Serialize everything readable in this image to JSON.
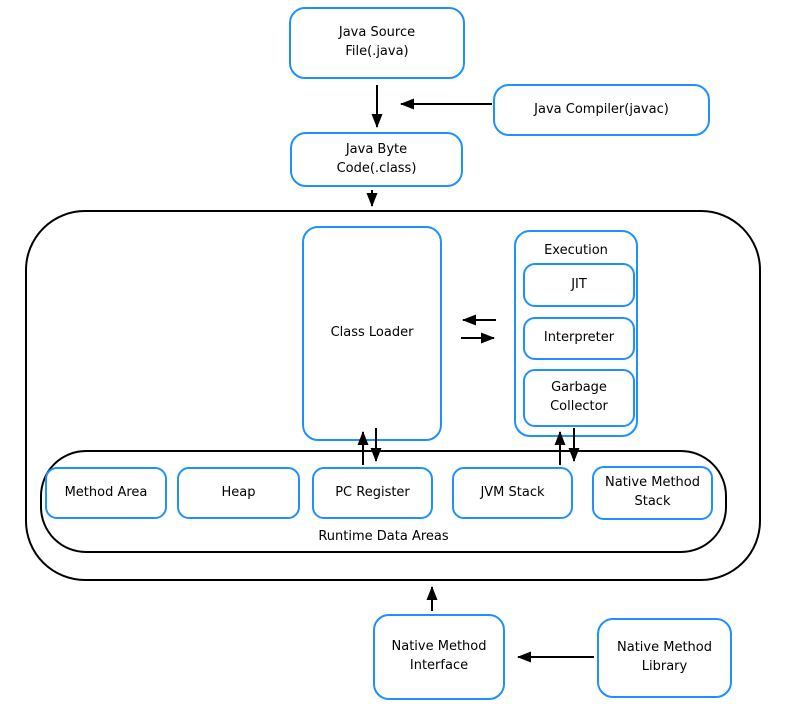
{
  "colors": {
    "accent": "#1E90FF",
    "line": "#000000",
    "text": "#000000",
    "background": "#FFFFFF"
  },
  "nodes": {
    "java_source": "Java Source\nFile(.java)",
    "java_compiler": "Java Compiler(javac)",
    "java_byte_code": "Java Byte\nCode(.class)",
    "class_loader": "Class Loader",
    "execution": "Execution",
    "jit": "JIT",
    "interpreter": "Interpreter",
    "garbage_collector": "Garbage\nCollector",
    "method_area": "Method Area",
    "heap": "Heap",
    "pc_register": "PC Register",
    "jvm_stack": "JVM Stack",
    "native_method_stack": "Native Method\nStack",
    "runtime_data_areas": "Runtime Data Areas",
    "native_method_interface": "Native Method\nInterface",
    "native_method_library": "Native Method\nLibrary"
  }
}
